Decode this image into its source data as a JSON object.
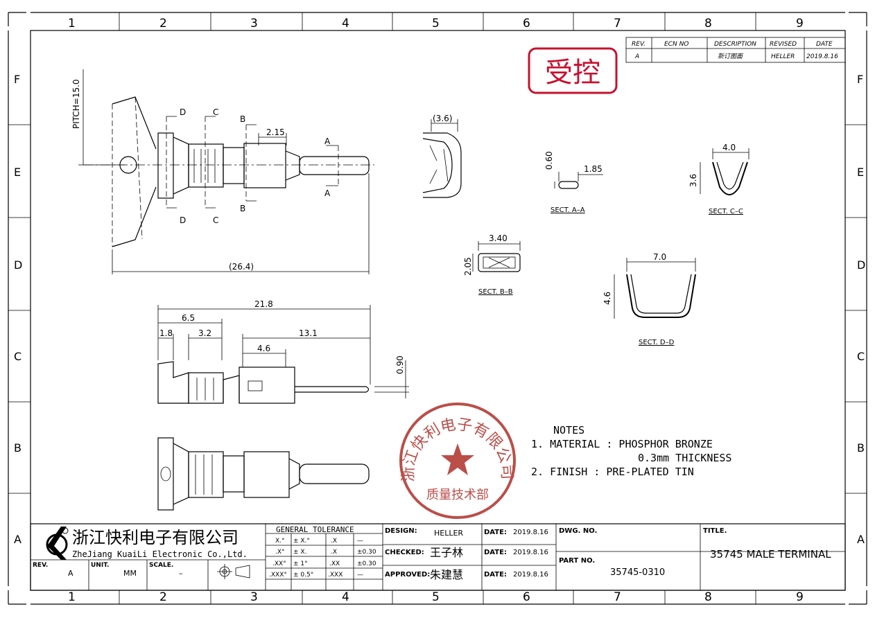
{
  "border": {
    "columns": [
      "1",
      "2",
      "3",
      "4",
      "5",
      "6",
      "7",
      "8",
      "9"
    ],
    "rows": [
      "F",
      "E",
      "D",
      "C",
      "B",
      "A"
    ]
  },
  "revision_table": {
    "headers": [
      "REV.",
      "ECN NO",
      "DESCRIPTION",
      "REVISED",
      "DATE"
    ],
    "row": [
      "A",
      "",
      "新订图面",
      "HELLER",
      "2019.8.16"
    ]
  },
  "controlled_stamp": "受控",
  "top_view": {
    "pitch_label": "PITCH=15.0",
    "overall_length": "(26.4)",
    "dim_2_15": "2.15",
    "section_labels": {
      "d": "D",
      "c": "C",
      "b": "B",
      "a": "A"
    }
  },
  "sections": {
    "a_a": {
      "title": "SECT. A–A",
      "dim1": "0.60",
      "dim2": "1.85"
    },
    "b_b": {
      "title": "SECT. B–B",
      "dim1": "3.40",
      "dim2": "2.05"
    },
    "c_c": {
      "title": "SECT. C–C",
      "dim1": "4.0",
      "dim2": "3.6"
    },
    "d_d": {
      "title": "SECT. D–D",
      "dim1": "7.0",
      "dim2": "4.6"
    },
    "front": {
      "dim": "(3.6)"
    }
  },
  "side_view": {
    "dims": [
      "21.8",
      "6.5",
      "1.8",
      "3.2",
      "13.1",
      "4.6",
      "0.90"
    ]
  },
  "company_seal": {
    "arc_text": "浙江快利电子有限公司",
    "bottom_text": "质量技术部"
  },
  "notes": {
    "title": "NOTES",
    "line1": "1. MATERIAL : PHOSPHOR BRONZE",
    "line2": "0.3mm THICKNESS",
    "line3": "2. FINISH : PRE-PLATED TIN"
  },
  "title_block": {
    "company_cn": "浙江快利电子有限公司",
    "company_en": "ZheJiang KuaiLi Electronic Co.,Ltd.",
    "rev_label": "REV.",
    "rev_value": "A",
    "unit_label": "UNIT.",
    "unit_value": "MM",
    "scale_label": "SCALE.",
    "scale_value": "–",
    "tolerance_title": "GENERAL TOLERANCE",
    "tol_rows": [
      {
        "a": "X.°",
        "b": "± X.°",
        "c": ".X",
        "d": "—"
      },
      {
        "a": ".X°",
        "b": "± X.",
        "c": ".X",
        "d": "±0.30"
      },
      {
        "a": ".XX°",
        "b": "± 1°",
        "c": ".XX",
        "d": "±0.30"
      },
      {
        "a": ".XXX°",
        "b": "± 0.5°",
        "c": ".XXX",
        "d": "—"
      }
    ],
    "design_label": "DESIGN:",
    "design_value": "HELLER",
    "checked_label": "CHECKED:",
    "checked_value": "王子林",
    "approved_label": "APPROVED:",
    "approved_value": "朱建慧",
    "date_label": "DATE:",
    "date_value": "2019.8.16",
    "dwg_no_label": "DWG. NO.",
    "dwg_no_value": "",
    "part_no_label": "PART NO.",
    "part_no_value": "35745-0310",
    "title_label": "TITLE.",
    "title_value": "35745 MALE TERMINAL"
  },
  "colors": {
    "stamp_red": "#c8102e",
    "seal_red": "#b0302a",
    "line": "#000000"
  }
}
